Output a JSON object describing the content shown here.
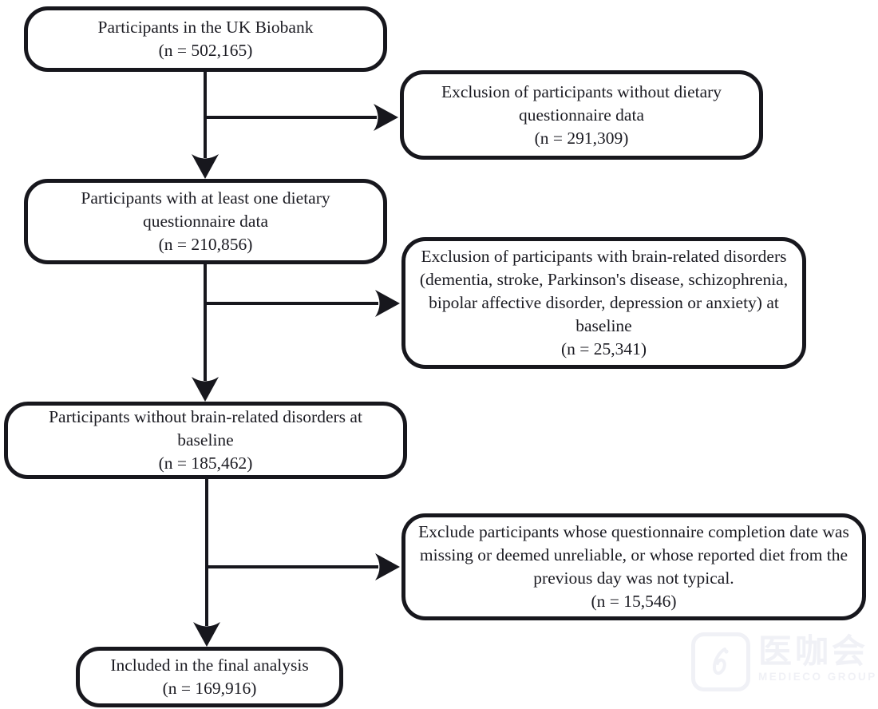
{
  "figure": {
    "type": "participant-flowchart",
    "background_color": "#ffffff",
    "box_border_color": "#17171d",
    "text_color": "#1b1b22",
    "arrow_color": "#17171d"
  },
  "flow": {
    "boxes": [
      {
        "role": "cohort",
        "label": "Participants in the UK Biobank",
        "n": "(n = 502,165)"
      },
      {
        "role": "exclusion",
        "label": "Exclusion of participants without dietary questionnaire data",
        "n": "(n = 291,309)"
      },
      {
        "role": "cohort",
        "label": "Participants with at least one dietary questionnaire data",
        "n": "(n = 210,856)"
      },
      {
        "role": "exclusion",
        "label": "Exclusion of participants with brain-related disorders (dementia, stroke, Parkinson's disease, schizophrenia, bipolar affective disorder, depression or anxiety) at baseline",
        "n": "(n = 25,341)"
      },
      {
        "role": "cohort",
        "label": "Participants without brain-related disorders at baseline",
        "n": "(n = 185,462)"
      },
      {
        "role": "exclusion",
        "label": "Exclude participants whose questionnaire completion date was missing or deemed unreliable, or whose reported diet from the previous day was not typical.",
        "n": "(n = 15,546)"
      },
      {
        "role": "cohort",
        "label": "Included in the final analysis",
        "n": "(n = 169,916)"
      }
    ],
    "edges": [
      {
        "from": 0,
        "to": 2,
        "type": "down-arrow"
      },
      {
        "from": 0,
        "to": 1,
        "type": "right-branch-arrow"
      },
      {
        "from": 2,
        "to": 4,
        "type": "down-arrow"
      },
      {
        "from": 2,
        "to": 3,
        "type": "right-branch-arrow"
      },
      {
        "from": 4,
        "to": 6,
        "type": "down-arrow"
      },
      {
        "from": 4,
        "to": 5,
        "type": "right-branch-arrow"
      }
    ]
  },
  "watermark": {
    "cjk_text": "医咖会",
    "latin_text": "MEDIECO GROUP",
    "color": "#f0f1f6"
  }
}
